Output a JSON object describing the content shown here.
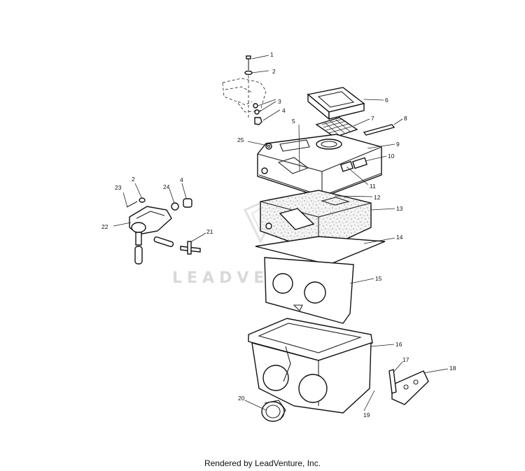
{
  "watermark": "LEADVENTURE",
  "footer": "Rendered by LeadVenture, Inc.",
  "callouts": [
    "1",
    "2",
    "3",
    "4",
    "5",
    "6",
    "7",
    "8",
    "9",
    "10",
    "11",
    "12",
    "13",
    "14",
    "15",
    "16",
    "17",
    "18",
    "19",
    "20",
    "21",
    "22",
    "23",
    "2",
    "24",
    "4",
    "25"
  ]
}
